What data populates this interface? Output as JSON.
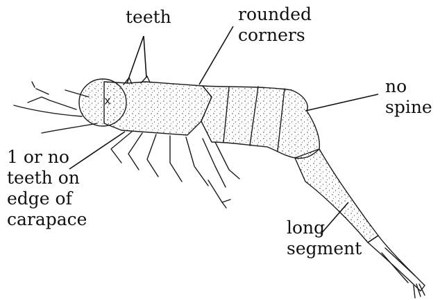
{
  "labels": {
    "teeth": [
      "teeth"
    ],
    "rounded_corners": [
      "rounded",
      "corners"
    ],
    "no_spine": [
      "no",
      "spine"
    ],
    "edge_teeth": [
      "1 or no",
      "teeth on",
      "edge of",
      "carapace"
    ],
    "long_segment": [
      "long",
      "segment"
    ]
  }
}
